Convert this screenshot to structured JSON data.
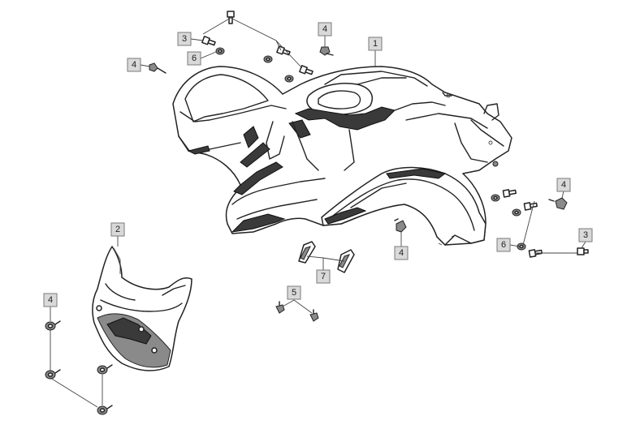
{
  "callouts": {
    "fender_front": "1",
    "front_panel": "2",
    "bolt_top_left": "3",
    "bolt_right": "3",
    "screw_left": "4",
    "screw_top": "4",
    "screw_center": "4",
    "screw_right": "4",
    "screw_bottom_left": "4",
    "tapping_screw": "5",
    "nut_top": "6",
    "nut_right": "6",
    "clip": "7"
  }
}
